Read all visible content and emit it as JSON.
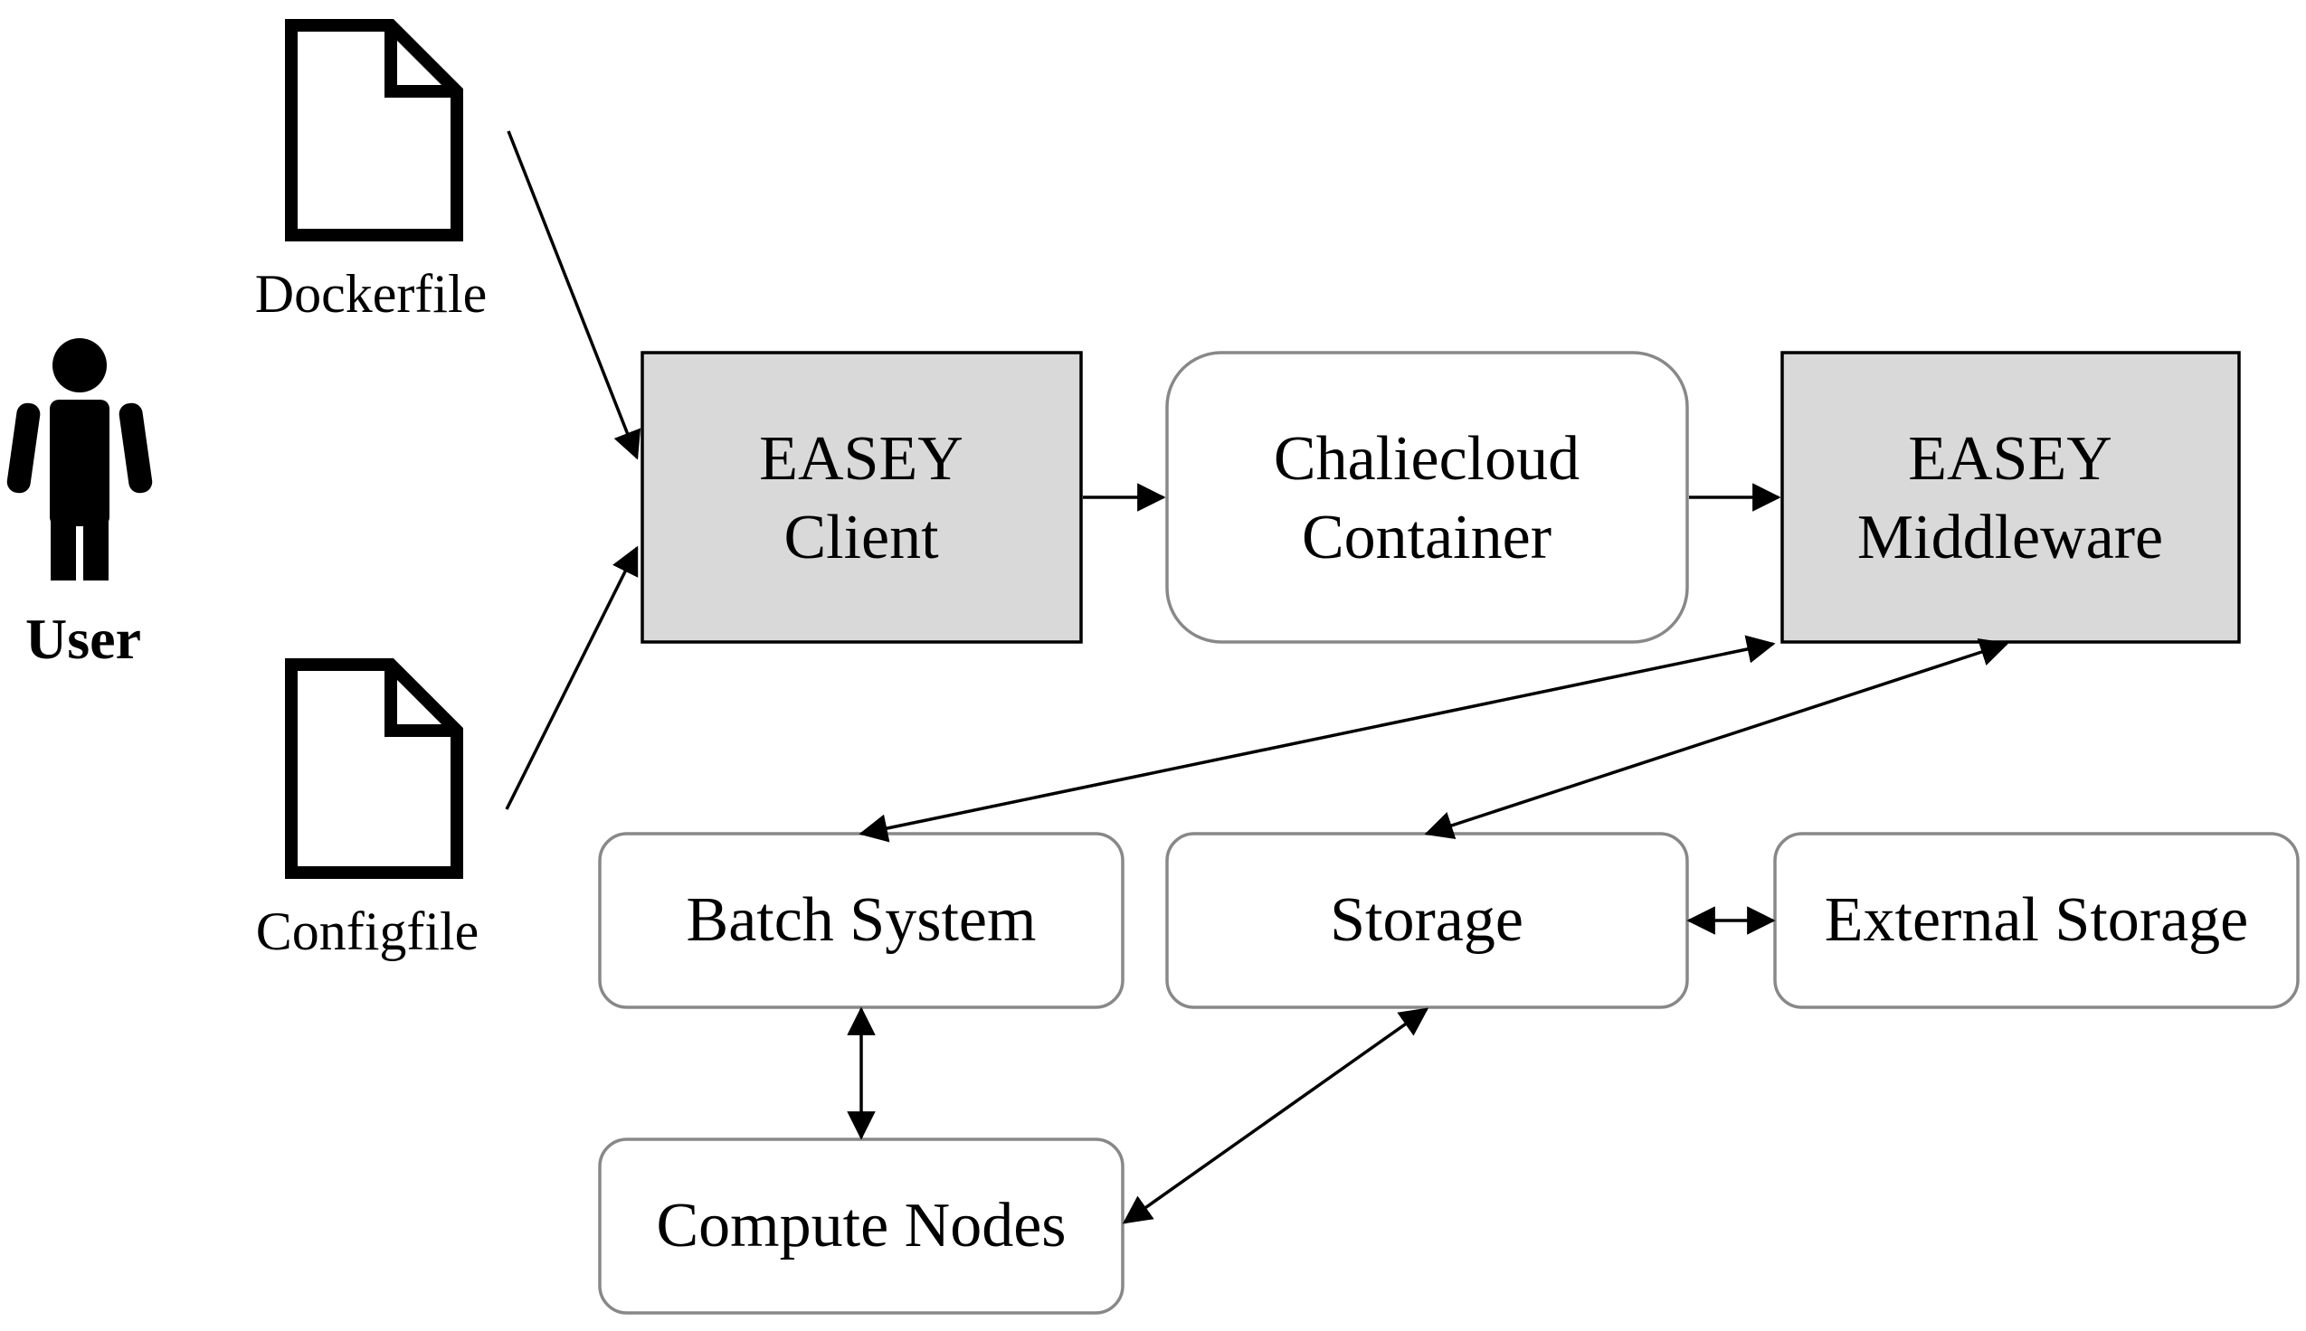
{
  "user": {
    "label": "User"
  },
  "files": {
    "dockerfile": "Dockerfile",
    "configfile": "Configfile"
  },
  "nodes": {
    "easey_client": [
      "EASEY",
      "Client"
    ],
    "charliecloud": [
      "Chaliecloud",
      "Container"
    ],
    "easey_middleware": [
      "EASEY",
      "Middleware"
    ],
    "batch_system": "Batch System",
    "storage": "Storage",
    "external_storage": "External Storage",
    "compute_nodes": "Compute Nodes"
  },
  "colors": {
    "highlight_fill": "#d9d9d9",
    "plain_fill": "#ffffff",
    "stroke": "#000000",
    "rounded_stroke": "#888888"
  }
}
